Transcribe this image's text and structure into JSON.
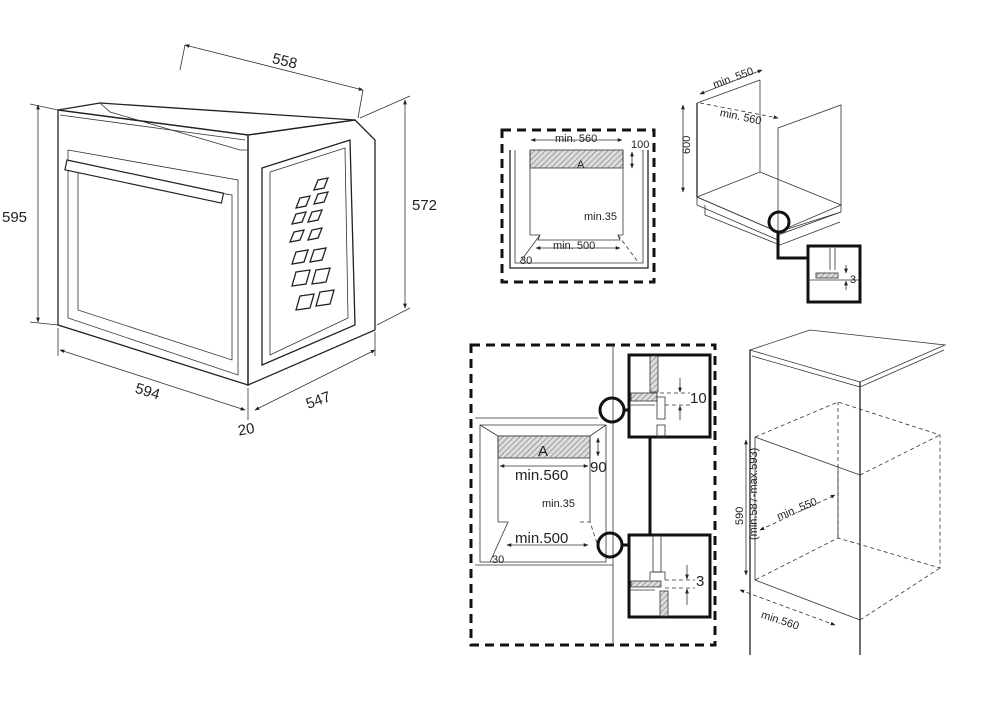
{
  "oven": {
    "width_top": "558",
    "height_front": "595",
    "height_side": "572",
    "width_front": "594",
    "depth_side": "547",
    "door_offset": "20"
  },
  "under_counter": {
    "plan": {
      "min_width": "min. 560",
      "vent_height": "100",
      "area_label": "A",
      "min_gap": "min.35",
      "min_bottom": "min. 500",
      "side": "30"
    },
    "cabinet": {
      "min_depth": "min. 550",
      "min_width": "min. 560",
      "height": "600",
      "detail_gap": "3"
    }
  },
  "column": {
    "plan": {
      "area_label": "A",
      "vent_height": "90",
      "min_width": "min.560",
      "min_gap": "min.35",
      "min_bottom": "min.500",
      "side": "30"
    },
    "detail_top_gap": "10",
    "detail_bottom_gap": "3",
    "cabinet": {
      "height": "590",
      "height_range": "(min.587-max.593)",
      "min_depth": "min. 550",
      "min_width": "min.560"
    }
  }
}
